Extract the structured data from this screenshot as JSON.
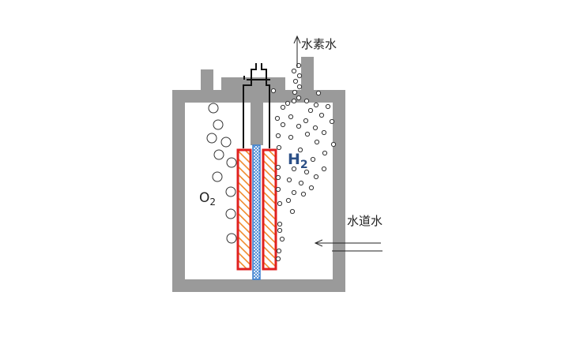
{
  "labels": {
    "hydrogen_water": "水素水",
    "tap_water": "水道水",
    "oxygen": "O",
    "oxygen_sub": "2",
    "hydrogen": "H",
    "hydrogen_sub": "2"
  },
  "colors": {
    "vessel": "#9a9a9a",
    "electrode_outline": "#e02020",
    "electrode_hatch": "#f08a2a",
    "membrane": "#3a7fd0",
    "hydrogen_label": "#2b4f86",
    "wire": "#111111"
  }
}
